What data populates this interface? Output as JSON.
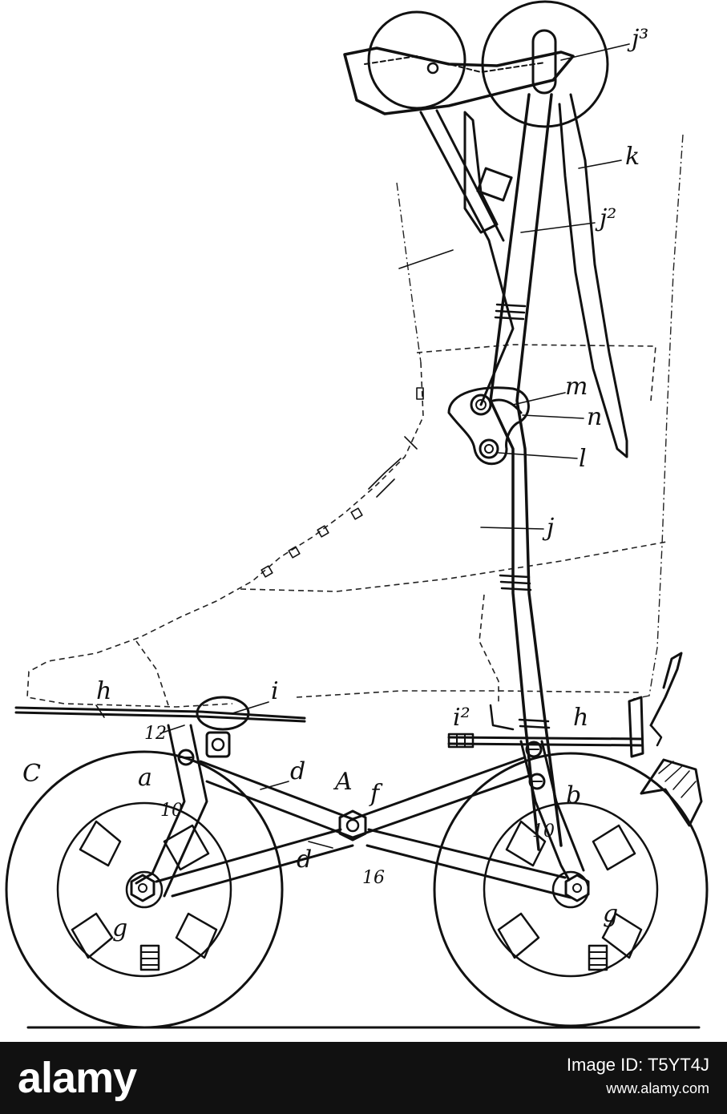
{
  "drawing": {
    "labels": {
      "j3": "j³",
      "k": "k",
      "j2": "j²",
      "m": "m",
      "n": "n",
      "l": "l",
      "j": "j",
      "h": "h",
      "i": "i",
      "i2": "i²",
      "h2": "h",
      "n12": "12",
      "C": "C",
      "a": "a",
      "d1": "d",
      "A": "A",
      "f": "f",
      "b": "b",
      "n10a": "10",
      "n10b": "10",
      "d2": "d",
      "n16": "16",
      "g1": "g",
      "g2": "g"
    }
  },
  "footer": {
    "logo": "alamy",
    "image_id": "Image ID: T5YT4J",
    "url": "www.alamy.com"
  },
  "colors": {
    "ink": "#111111",
    "background": "#ffffff",
    "footer_bg": "#111111",
    "footer_text": "#ffffff"
  }
}
